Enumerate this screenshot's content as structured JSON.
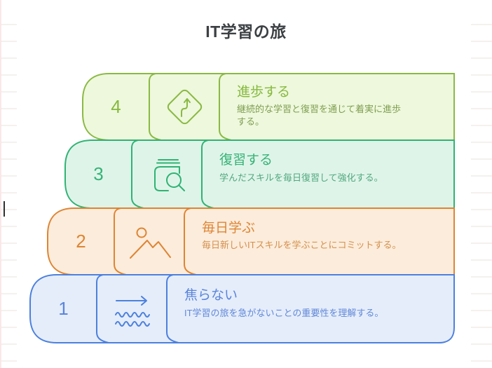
{
  "page": {
    "title": "IT学習の旅"
  },
  "steps": [
    {
      "number": "4",
      "title": "進歩する",
      "description": "継続的な学習と復習を通じて着実に進歩する。",
      "icon": "road-sign-turn-icon",
      "border_color": "#8ab944",
      "bg_color": "#eef8dc",
      "title_color": "#85b83f",
      "desc_color": "#7f9e52"
    },
    {
      "number": "3",
      "title": "復習する",
      "description": "学んだスキルを毎日復習して強化する。",
      "icon": "book-search-icon",
      "border_color": "#2fb374",
      "bg_color": "#dff4e9",
      "title_color": "#36b377",
      "desc_color": "#51a87e"
    },
    {
      "number": "2",
      "title": "毎日学ぶ",
      "description": "毎日新しいITスキルを学ぶことにコミットする。",
      "icon": "mountain-climb-icon",
      "border_color": "#dd8534",
      "bg_color": "#fcecdb",
      "title_color": "#dd8534",
      "desc_color": "#d4904e"
    },
    {
      "number": "1",
      "title": "焦らない",
      "description": "IT学習の旅を急がないことの重要性を理解する。",
      "icon": "flow-waves-arrow-icon",
      "border_color": "#4c80dd",
      "bg_color": "#e5edfb",
      "title_color": "#5b85da",
      "desc_color": "#6188d8"
    }
  ]
}
